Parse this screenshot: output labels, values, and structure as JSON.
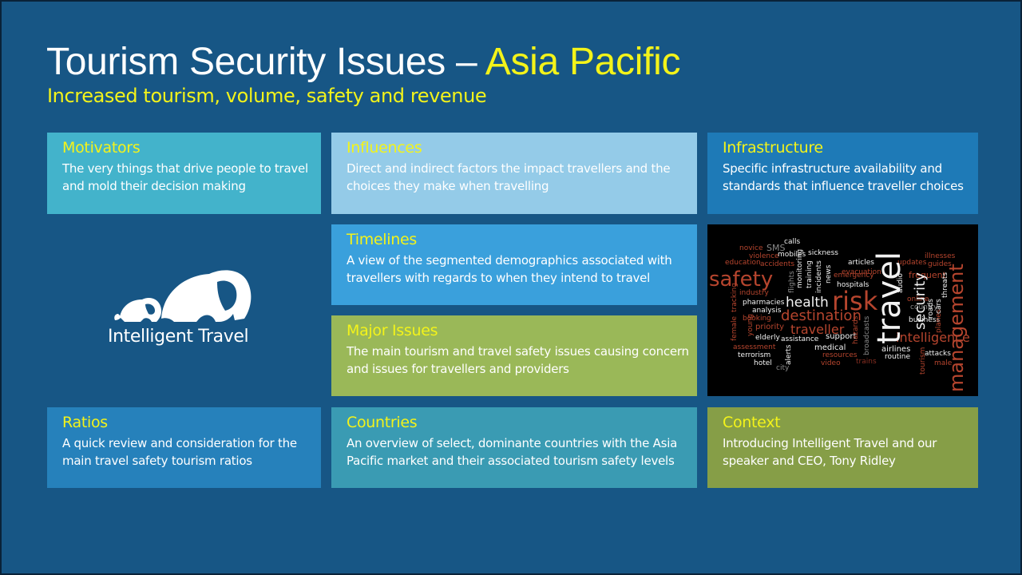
{
  "title": {
    "main": "Tourism Security Issues – ",
    "highlight": "Asia Pacific"
  },
  "subtitle": "Increased tourism, volume, safety and revenue",
  "cards": {
    "motivators": {
      "heading": "Motivators",
      "body": "The very things that drive people to travel and mold their decision making"
    },
    "influences": {
      "heading": "Influences",
      "body": "Direct and indirect factors the impact travellers and the choices they make when travelling"
    },
    "infrastructure": {
      "heading": "Infrastructure",
      "body": "Specific infrastructure availability and standards that influence traveller choices"
    },
    "timelines": {
      "heading": "Timelines",
      "body": "A view of the segmented demographics associated with travellers with regards to when they intend to travel"
    },
    "major_issues": {
      "heading": "Major Issues",
      "body": "The main tourism and travel safety issues causing concern and issues for travellers and providers"
    },
    "ratios": {
      "heading": "Ratios",
      "body": "A quick review and consideration for the main travel safety tourism ratios"
    },
    "countries": {
      "heading": "Countries",
      "body": "An overview of select, dominante countries with the Asia Pacific market and their associated tourism safety levels"
    },
    "context": {
      "heading": "Context",
      "body": "Introducing Intelligent Travel and our speaker and CEO, Tony Ridley"
    }
  },
  "logo": {
    "icon": "elephant-icon",
    "text": "Intelligent Travel"
  },
  "word_cloud": {
    "words": {
      "travel": "travel",
      "risk": "risk",
      "management": "management",
      "safety": "safety",
      "health": "health",
      "destination": "destination",
      "traveller": "traveller",
      "intelligence": "intelligence",
      "security": "security",
      "novice": "novice",
      "sms": "SMS",
      "calls": "calls",
      "violence": "violence",
      "mobiles": "mobiles",
      "sickness": "sickness",
      "education": "education",
      "accidents": "accidents",
      "articles": "articles",
      "updates": "updates",
      "illnesses": "illnesses",
      "guides": "guides",
      "frequent": "frequent",
      "emergency": "emergency",
      "hospitals": "hospitals",
      "pharmacies": "pharmacies",
      "industry": "industry",
      "analysis": "analysis",
      "booking": "booking",
      "priority": "priority",
      "elderly": "elderly",
      "assistance": "assistance",
      "assessment": "assessment",
      "terrorism": "terrorism",
      "hotel": "hotel",
      "city": "city",
      "medical": "medical",
      "support": "support",
      "resources": "resources",
      "video": "video",
      "trains": "trains",
      "airlines": "airlines",
      "routine": "routine",
      "business": "business",
      "country": "country",
      "online": "online",
      "attacks": "attacks",
      "male": "male",
      "cars": "cars",
      "threats": "threats",
      "female": "female",
      "tracking": "tracking",
      "young": "young",
      "alerts": "alerts",
      "flights": "flights",
      "training": "training",
      "incidents": "incidents",
      "news": "news",
      "audio": "audio",
      "roads": "roads",
      "planes": "planes",
      "tourism": "tourism",
      "hazards": "hazards",
      "broadcasts": "broadcasts",
      "evacuation": "evacuation",
      "monitoring": "monitoring"
    },
    "colors": {
      "red": "#b6452e",
      "white": "#f2f2f2",
      "gray": "#8a8a8a",
      "darkred": "#8a2f22"
    }
  },
  "colors": {
    "background": "#175685",
    "title_highlight": "#f3f31a",
    "motivators": "#43b3cb",
    "influences": "#94cbe8",
    "infrastructure": "#1e7ab7",
    "timelines": "#3aa0dc",
    "major_issues": "#9ab858",
    "ratios": "#2681bb",
    "countries": "#3a9bb3",
    "context": "#869e47"
  }
}
